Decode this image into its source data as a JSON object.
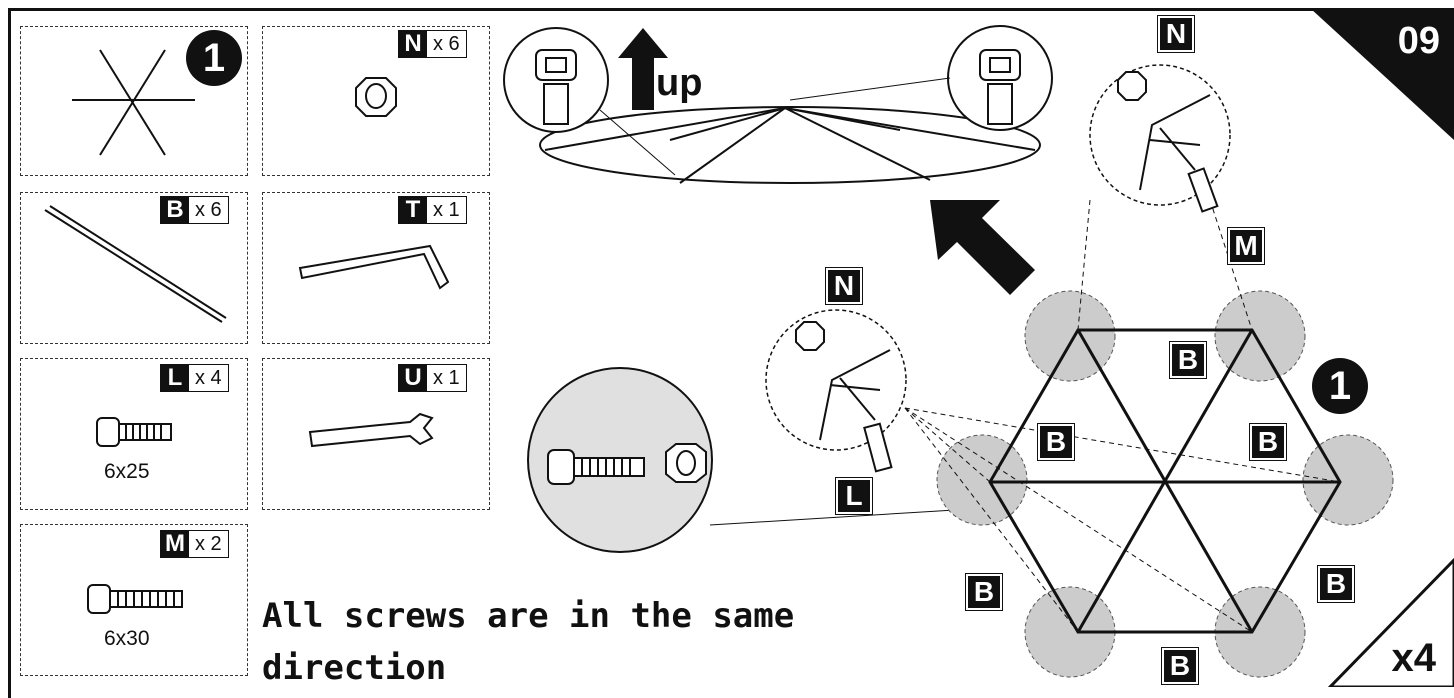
{
  "page_number": "09",
  "multiplier": "x4",
  "step_badge": "1",
  "parts": {
    "N": {
      "letter": "N",
      "qty": "x 6"
    },
    "B": {
      "letter": "B",
      "qty": "x 6"
    },
    "T": {
      "letter": "T",
      "qty": "x 1"
    },
    "L": {
      "letter": "L",
      "qty": "x 4",
      "size": "6x25"
    },
    "U": {
      "letter": "U",
      "qty": "x 1"
    },
    "M": {
      "letter": "M",
      "qty": "x 2",
      "size": "6x30"
    }
  },
  "up_label": "up",
  "note_line1": "All screws are in the same",
  "note_line2": "direction",
  "callouts": {
    "N1": "N",
    "M": "M",
    "N2": "N",
    "L": "L",
    "B": "B"
  }
}
